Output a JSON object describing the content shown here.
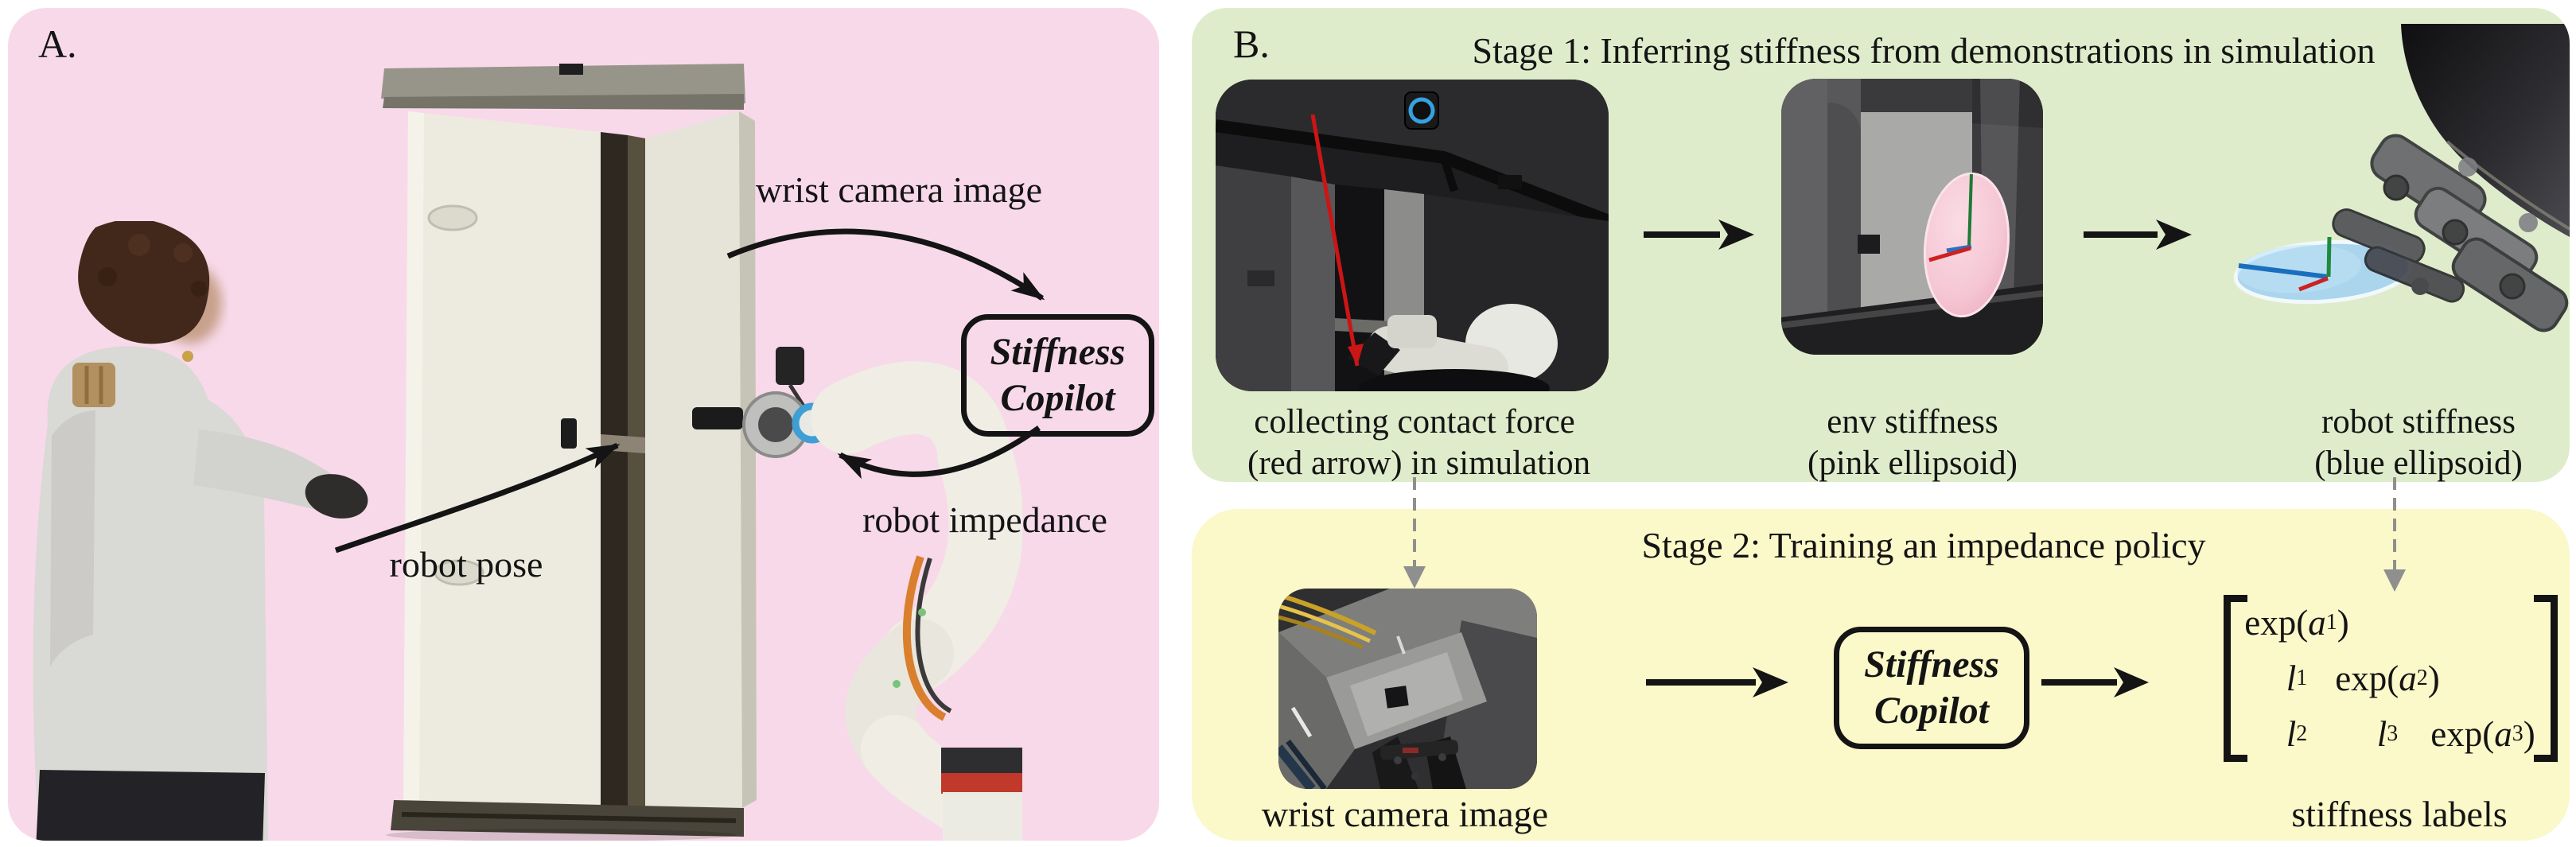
{
  "figure": {
    "panel_a": {
      "label": "A.",
      "wrist_camera_label": "wrist camera image",
      "robot_pose_label": "robot pose",
      "robot_impedance_label": "robot impedance",
      "copilot": {
        "line1": "Stiffness",
        "line2": "Copilot"
      }
    },
    "panel_b": {
      "label": "B.",
      "stage1": {
        "title": "Stage 1: Inferring stiffness from demonstrations in simulation",
        "captions": [
          {
            "line1": "collecting contact force",
            "line2": "(red arrow) in simulation"
          },
          {
            "line1": "env stiffness",
            "line2": "(pink ellipsoid)"
          },
          {
            "line1": "robot stiffness",
            "line2": "(blue ellipsoid)"
          }
        ]
      },
      "stage2": {
        "title": "Stage 2: Training an impedance policy",
        "wrist_caption": "wrist camera image",
        "copilot": {
          "line1": "Stiffness",
          "line2": "Copilot"
        },
        "labels_caption": "stiffness labels",
        "matrix": {
          "r1c1": {
            "fn": "exp(",
            "var": "a",
            "sub": "1",
            "close": ")"
          },
          "r2c1": {
            "var": "l",
            "sub": "1"
          },
          "r2c2": {
            "fn": "exp(",
            "var": "a",
            "sub": "2",
            "close": ")"
          },
          "r3c1": {
            "var": "l",
            "sub": "2"
          },
          "r3c2": {
            "var": "l",
            "sub": "3"
          },
          "r3c3": {
            "fn": "exp(",
            "var": "a",
            "sub": "3",
            "close": ")"
          }
        }
      }
    },
    "colors": {
      "panel_a_bg": "#f8d9e9",
      "stage1_bg": "#dfeccb",
      "stage2_bg": "#fbf8c9",
      "ink": "#141414",
      "dashed_connector": "#8f8f8f",
      "force_arrow_red": "#cc1515",
      "env_ellipsoid_pink": "#f5c6d4",
      "robot_ellipsoid_blue": "#a9d4ef",
      "camera_ring_blue": "#3f9fd4",
      "robot_cable_orange": "#d97f2e"
    }
  }
}
